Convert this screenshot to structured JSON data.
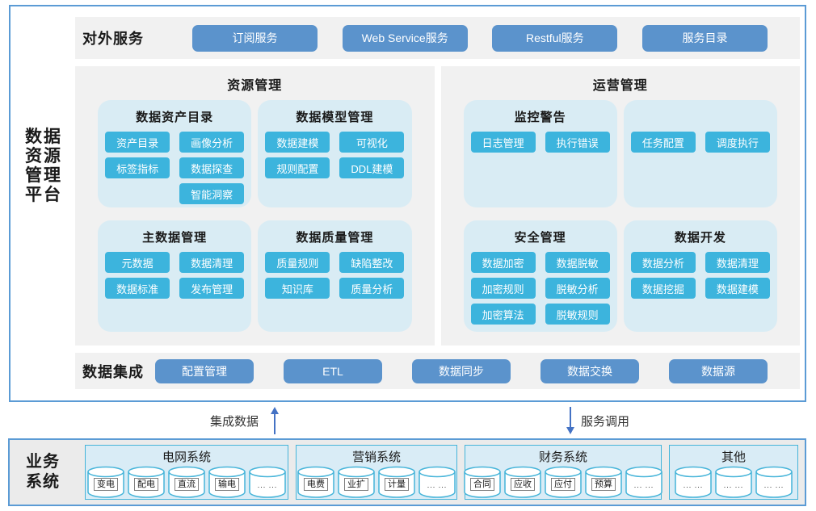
{
  "colors": {
    "outer_border": "#5B9BD5",
    "strip_bg": "#F1F1F1",
    "subpanel_bg": "#D9ECF4",
    "big_button": "#5B93CC",
    "small_button": "#3CB4DD",
    "system_panel_bg": "#D9ECF6",
    "system_panel_border": "#45B4D9",
    "arrow": "#4472C4"
  },
  "platform": {
    "side_title": [
      "数据",
      "资源",
      "管理",
      "平台"
    ],
    "services": {
      "label": "对外服务",
      "buttons": [
        "订阅服务",
        "Web Service服务",
        "Restful服务",
        "服务目录"
      ]
    },
    "panels": [
      {
        "title": "资源管理",
        "groups": [
          {
            "title": "数据资产目录",
            "buttons": [
              "资产目录",
              "画像分析",
              "标签指标",
              "数据探查",
              "智能洞察"
            ]
          },
          {
            "title": "数据模型管理",
            "buttons": [
              "数据建模",
              "可视化",
              "规则配置",
              "DDL建模"
            ]
          },
          {
            "title": "主数据管理",
            "buttons": [
              "元数据",
              "数据清理",
              "数据标准",
              "发布管理"
            ]
          },
          {
            "title": "数据质量管理",
            "buttons": [
              "质量规则",
              "缺陷整改",
              "知识库",
              "质量分析"
            ]
          }
        ]
      },
      {
        "title": "运营管理",
        "groups": [
          {
            "title": "监控警告",
            "buttons": [
              "日志管理",
              "执行错误"
            ]
          },
          {
            "title": "",
            "buttons": [
              "任务配置",
              "调度执行"
            ]
          },
          {
            "title": "安全管理",
            "buttons": [
              "数据加密",
              "数据脱敏",
              "加密规则",
              "脱敏分析",
              "加密算法",
              "脱敏规则"
            ]
          },
          {
            "title": "数据开发",
            "buttons": [
              "数据分析",
              "数据清理",
              "数据挖掘",
              "数据建模"
            ]
          }
        ]
      }
    ],
    "integration": {
      "label": "数据集成",
      "buttons": [
        "配置管理",
        "ETL",
        "数据同步",
        "数据交换",
        "数据源"
      ]
    }
  },
  "flows": {
    "up_label": "集成数据",
    "down_label": "服务调用"
  },
  "business": {
    "side_title": [
      "业务",
      "系统"
    ],
    "systems": [
      {
        "name": "电网系统",
        "sources": [
          "变电",
          "配电",
          "直流",
          "输电",
          "... ..."
        ]
      },
      {
        "name": "营销系统",
        "sources": [
          "电费",
          "业扩",
          "计量",
          "... ..."
        ]
      },
      {
        "name": "财务系统",
        "sources": [
          "合同",
          "应收",
          "应付",
          "预算",
          "... ..."
        ]
      },
      {
        "name": "其他",
        "sources": [
          "... ...",
          "... ...",
          "... ..."
        ]
      }
    ]
  }
}
